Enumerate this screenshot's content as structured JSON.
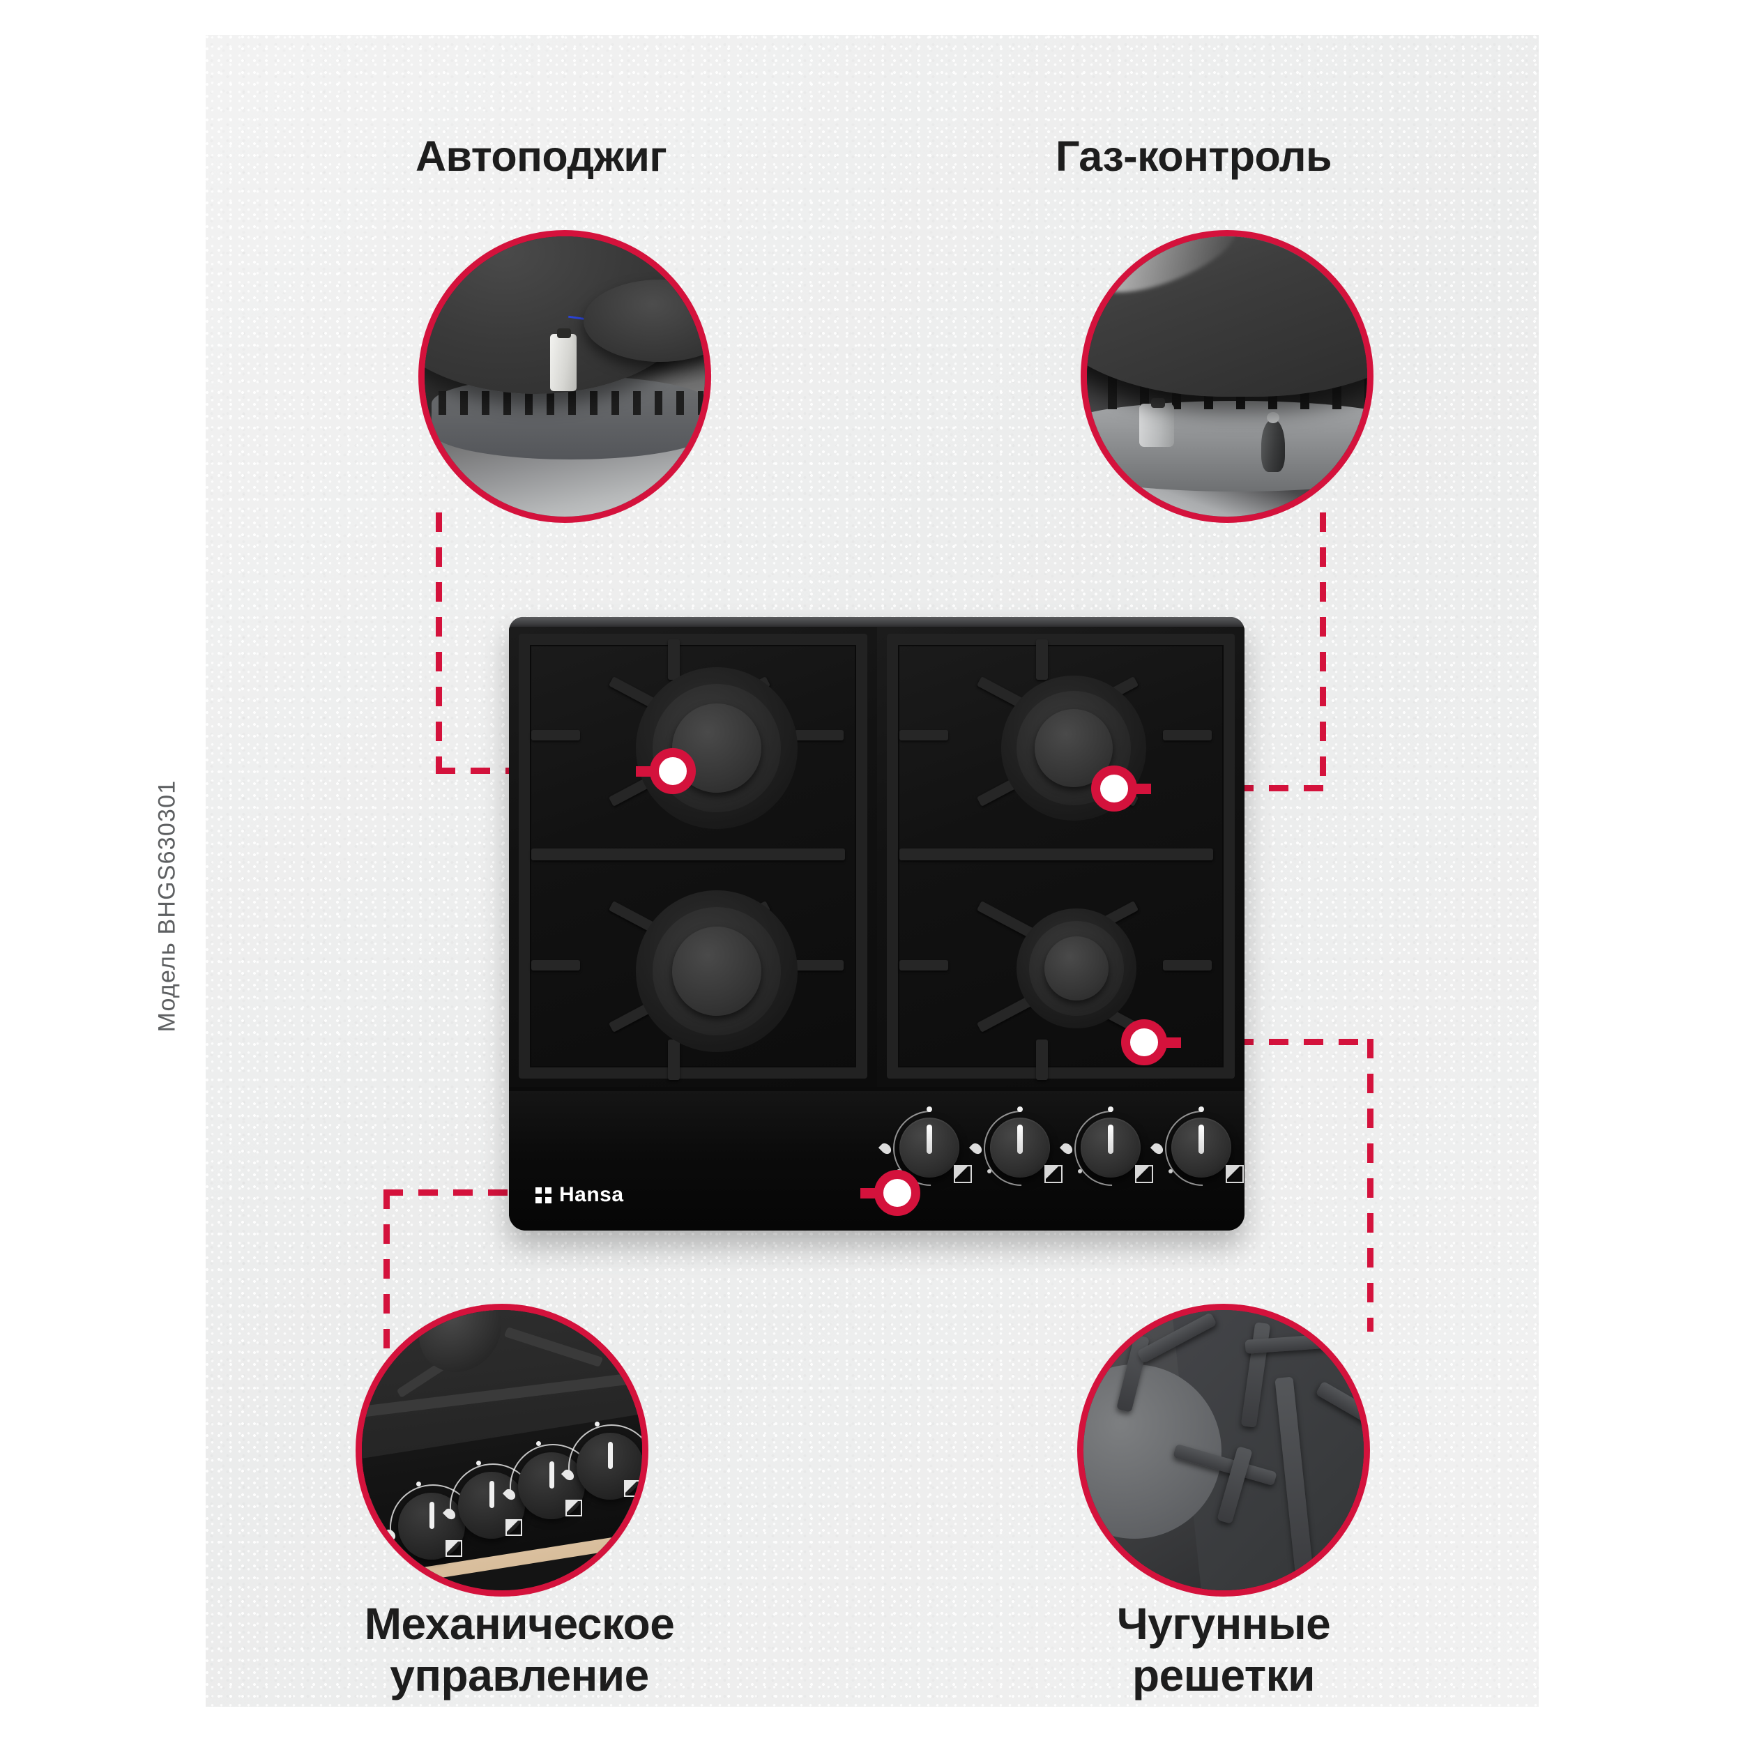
{
  "product": {
    "brand": "Hansa",
    "model_label": "Модель BHGS630301",
    "type": "gas-hob-infographic"
  },
  "accent": {
    "red": "#d4123c",
    "panel_bg": "#eff0f0",
    "page_bg": "#ffffff",
    "text": "#1d1d1d",
    "model_text": "#5d5f61"
  },
  "callouts": [
    {
      "id": "ignition",
      "label": "Автоподжиг",
      "position": "top-left"
    },
    {
      "id": "gascontrol",
      "label": "Газ-контроль",
      "position": "top-right"
    },
    {
      "id": "mechanical",
      "label": "Механическое\nуправление",
      "position": "bottom-left"
    },
    {
      "id": "grates",
      "label": "Чугунные\nрешетки",
      "position": "bottom-right"
    }
  ],
  "hob": {
    "burners": [
      {
        "name": "burner-rear-left",
        "size": "large"
      },
      {
        "name": "burner-rear-right",
        "size": "medium"
      },
      {
        "name": "burner-front-left",
        "size": "large"
      },
      {
        "name": "burner-front-right",
        "size": "small"
      }
    ],
    "knob_count": 4,
    "knob_labels": [
      "knob-1",
      "knob-2",
      "knob-3",
      "knob-4"
    ]
  },
  "icons": {
    "flame": "flame-icon",
    "logo_dots": "hansa-dots-icon",
    "marker": "callout-marker-icon"
  }
}
